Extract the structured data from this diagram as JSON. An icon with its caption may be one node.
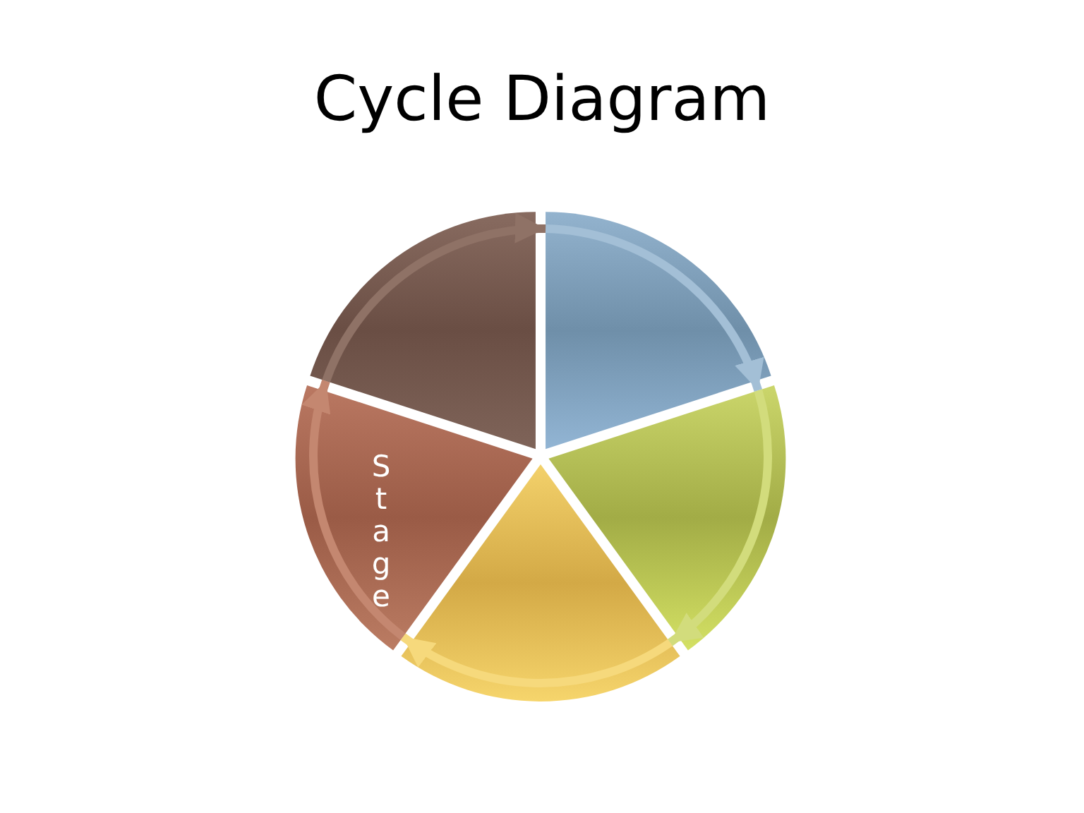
{
  "diagram": {
    "title": "Cycle Diagram",
    "nodes": [
      {
        "text": [],
        "shape": "wedge"
      },
      {
        "text": [],
        "shape": "wedge"
      },
      {
        "text": [],
        "shape": "wedge"
      },
      {
        "text": [
          "Stage"
        ]
      },
      {
        "text": [],
        "shape": "wedge"
      }
    ],
    "edges": [
      {
        "from": 0,
        "to": 1,
        "arrow": "to",
        "color": "#a3bfd6"
      },
      {
        "from": 1,
        "to": 2,
        "arrow": "to",
        "color": "#d2dc7c"
      },
      {
        "from": 2,
        "to": 3,
        "arrow": "to",
        "color": "#f6d97c"
      },
      {
        "from": 3,
        "to": 4,
        "arrow": "to",
        "color": "#c48770"
      },
      {
        "from": 4,
        "to": 0,
        "arrow": "to",
        "color": "#8f7266"
      }
    ]
  }
}
